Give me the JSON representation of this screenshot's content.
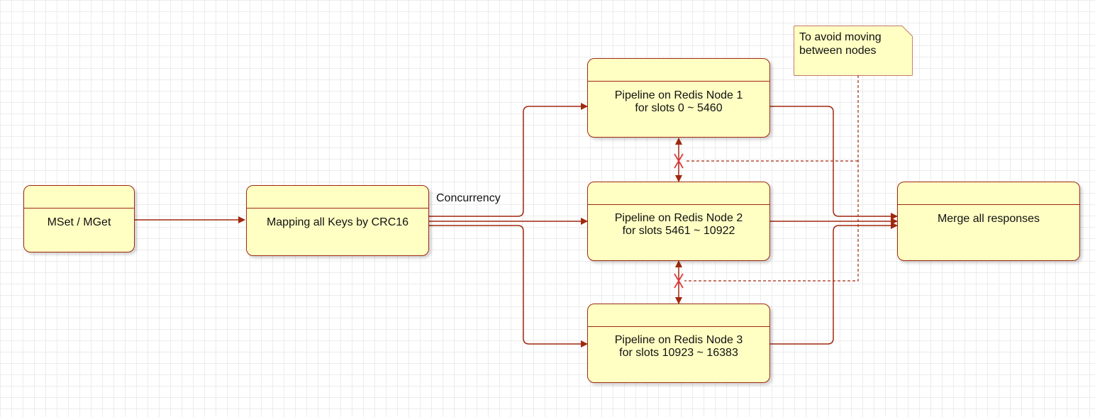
{
  "nodes": {
    "mset": {
      "label": "MSet / MGet"
    },
    "mapping": {
      "label": "Mapping all Keys by CRC16"
    },
    "node1": {
      "label": "Pipeline on Redis Node 1\nfor slots 0 ~ 5460"
    },
    "node2": {
      "label": "Pipeline on Redis Node 2\nfor slots 5461 ~ 10922"
    },
    "node3": {
      "label": "Pipeline on Redis Node 3\nfor slots 10923 ~ 16383"
    },
    "merge": {
      "label": "Merge all responses"
    }
  },
  "edge_label": "Concurrency",
  "note": {
    "text": "To avoid moving\nbetween nodes"
  },
  "colors": {
    "stroke": "#a0280f",
    "fill": "#ffffc4",
    "blocked": "#e03c3c"
  }
}
